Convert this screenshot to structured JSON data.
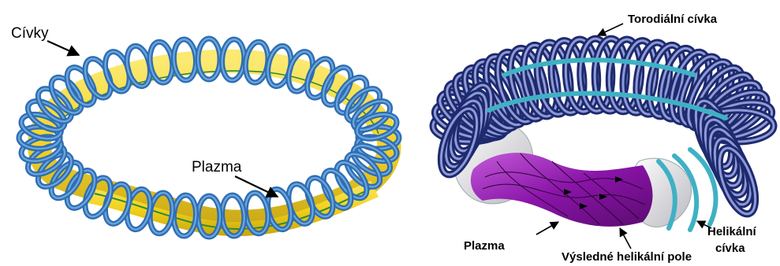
{
  "left_figure": {
    "labels": {
      "coils": "Cívky",
      "plasma": "Plazma"
    },
    "colors": {
      "coil": "#2f6db3",
      "coil_highlight": "#6aa6dc",
      "plasma": "#f3d21a",
      "plasma_shadow": "#c9a60d",
      "field_line": "#2a8a3a"
    }
  },
  "right_figure": {
    "labels": {
      "toroidal_coil": "Torodiální cívka",
      "plasma": "Plazma",
      "helical_field": "Výsledné helikální pole",
      "helical_coil_line1": "Helikální",
      "helical_coil_line2": "cívka"
    },
    "colors": {
      "coil": "#1e2a6e",
      "coil_highlight": "#8e9ad6",
      "helical_coil": "#3fb1c4",
      "plasma": "#8a14a8",
      "vessel": "#d9d9dd"
    }
  }
}
